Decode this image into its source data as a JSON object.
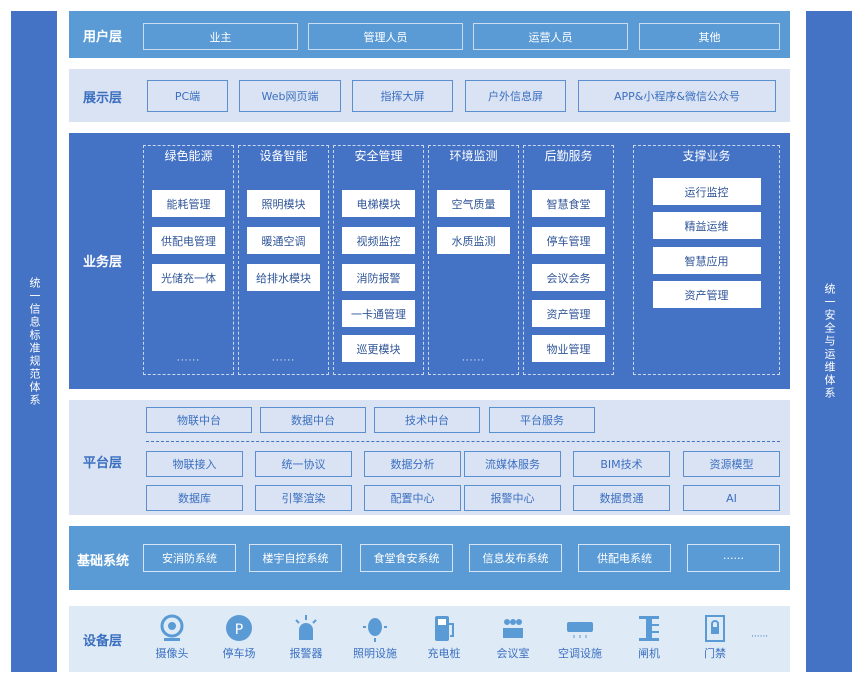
{
  "left_bar": "统一信息标准规范体系",
  "right_bar": "统一安全与运维体系",
  "user_layer": {
    "title": "用户层",
    "items": [
      "业主",
      "管理人员",
      "运营人员",
      "其他"
    ]
  },
  "display_layer": {
    "title": "展示层",
    "items": [
      "PC端",
      "Web网页端",
      "指挥大屏",
      "户外信息屏",
      "APP&小程序&微信公众号"
    ]
  },
  "business_layer": {
    "title": "业务层",
    "groups": [
      {
        "title": "绿色能源",
        "items": [
          "能耗管理",
          "供配电管理",
          "光储充一体"
        ],
        "more": "······"
      },
      {
        "title": "设备智能",
        "items": [
          "照明模块",
          "暖通空调",
          "给排水模块"
        ],
        "more": "······"
      },
      {
        "title": "安全管理",
        "items": [
          "电梯模块",
          "视频监控",
          "消防报警",
          "一卡通管理",
          "巡更模块"
        ],
        "more": "······"
      },
      {
        "title": "环境监测",
        "items": [
          "空气质量",
          "水质监测"
        ],
        "more": "······"
      },
      {
        "title": "后勤服务",
        "items": [
          "智慧食堂",
          "停车管理",
          "会议会务",
          "资产管理",
          "物业管理"
        ],
        "more": "······"
      },
      {
        "title": "支撑业务",
        "items": [
          "运行监控",
          "精益运维",
          "智慧应用",
          "资产管理"
        ]
      }
    ]
  },
  "platform_layer": {
    "title": "平台层",
    "top": [
      "物联中台",
      "数据中台",
      "技术中台",
      "平台服务"
    ],
    "row1": [
      "物联接入",
      "统一协议",
      "数据分析",
      "流媒体服务",
      "BIM技术",
      "资源模型"
    ],
    "row2": [
      "数据库",
      "引擎渲染",
      "配置中心",
      "报警中心",
      "数据贯通",
      "AI"
    ]
  },
  "base_layer": {
    "title": "基础系统",
    "items": [
      "安消防系统",
      "楼宇自控系统",
      "食堂食安系统",
      "信息发布系统",
      "供配电系统",
      "······"
    ]
  },
  "device_layer": {
    "title": "设备层",
    "items": [
      {
        "label": "摄像头",
        "icon": "camera-icon"
      },
      {
        "label": "停车场",
        "icon": "parking-icon"
      },
      {
        "label": "报警器",
        "icon": "alarm-icon"
      },
      {
        "label": "照明设施",
        "icon": "light-bulb-icon"
      },
      {
        "label": "充电桩",
        "icon": "charging-pile-icon"
      },
      {
        "label": "会议室",
        "icon": "meeting-room-icon"
      },
      {
        "label": "空调设施",
        "icon": "air-conditioner-icon"
      },
      {
        "label": "闸机",
        "icon": "gate-icon"
      },
      {
        "label": "门禁",
        "icon": "access-control-icon"
      }
    ],
    "more": "······"
  },
  "colors": {
    "dark_blue": "#4472c4",
    "mid_blue": "#5b9bd5",
    "light_bg": "#dae3f3",
    "text_blue": "#3b6fc0"
  }
}
